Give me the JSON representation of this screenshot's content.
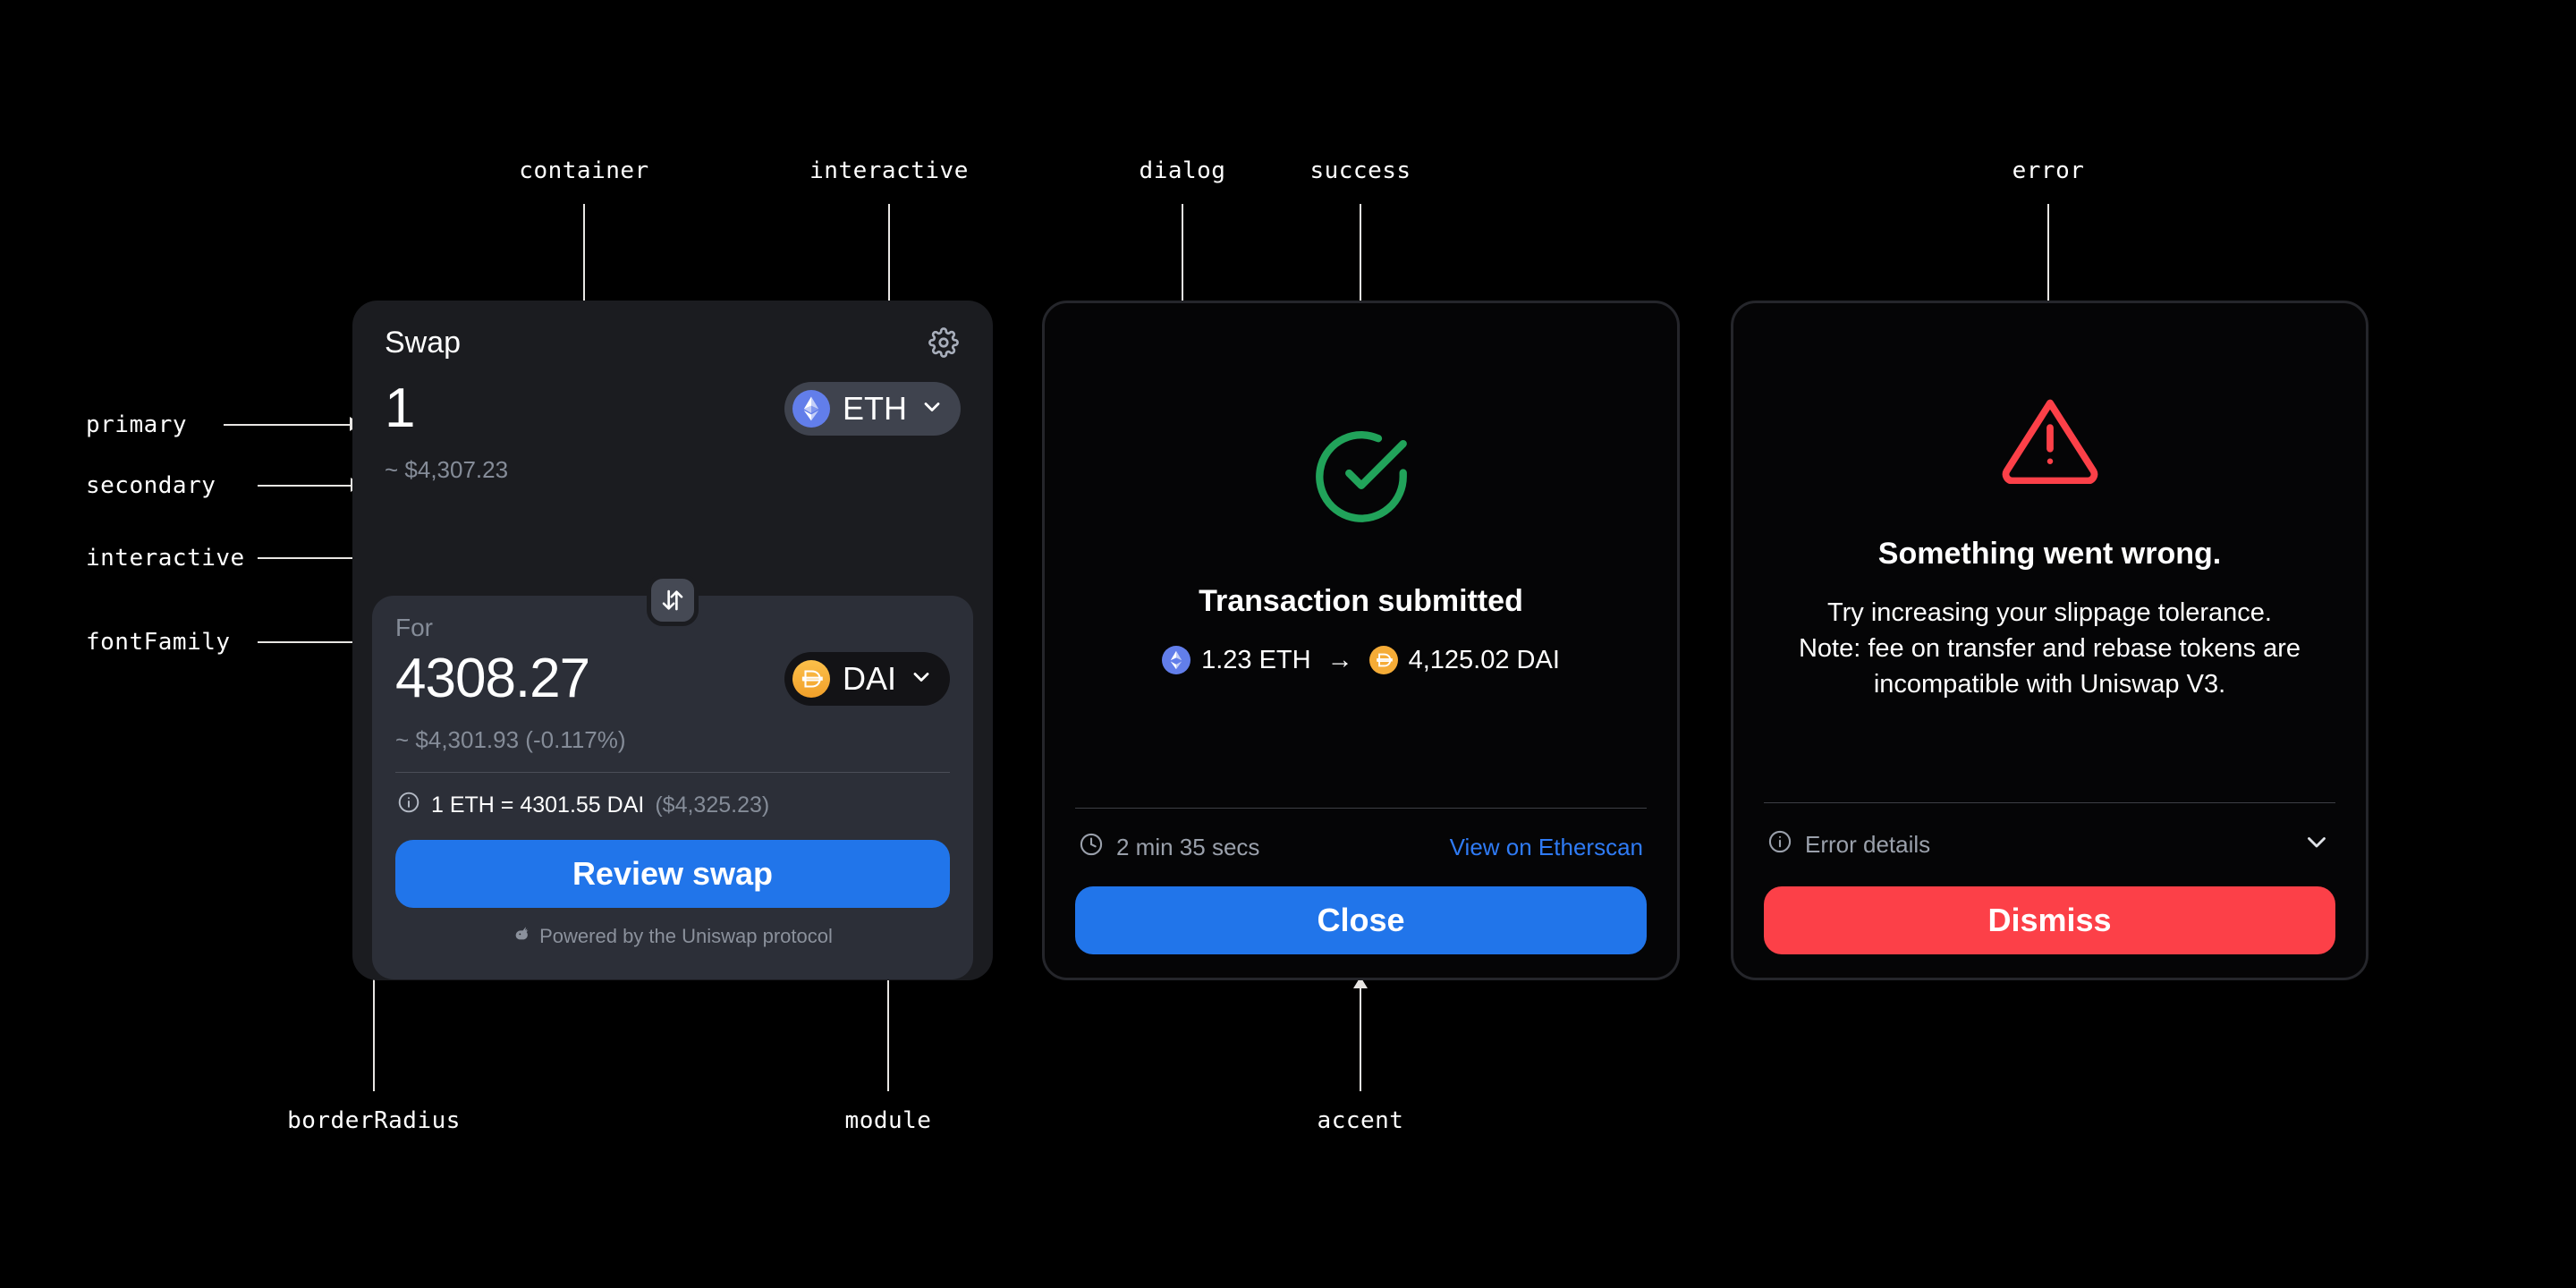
{
  "annotations": [
    {
      "id": "container",
      "label": "container"
    },
    {
      "id": "interactive-t",
      "label": "interactive"
    },
    {
      "id": "dialog",
      "label": "dialog"
    },
    {
      "id": "success",
      "label": "success"
    },
    {
      "id": "error",
      "label": "error"
    },
    {
      "id": "primary",
      "label": "primary"
    },
    {
      "id": "secondary",
      "label": "secondary"
    },
    {
      "id": "interactive-l",
      "label": "interactive"
    },
    {
      "id": "fontFamily",
      "label": "fontFamily"
    },
    {
      "id": "borderRadius",
      "label": "borderRadius"
    },
    {
      "id": "module",
      "label": "module"
    },
    {
      "id": "accent",
      "label": "accent"
    }
  ],
  "swap_card": {
    "title": "Swap",
    "settings_icon": "gear-icon",
    "sell": {
      "amount": "1",
      "fiat": "~ $4,307.23",
      "token": {
        "symbol": "ETH",
        "icon": "ethereum-token-icon",
        "chevron": "chevron-down-icon"
      }
    },
    "swap_direction_icon": "arrows-up-down-icon",
    "buy": {
      "label": "For",
      "amount": "4308.27",
      "fiat": "~ $4,301.93 (-0.117%)",
      "token": {
        "symbol": "DAI",
        "icon": "dai-token-icon",
        "chevron": "chevron-down-icon"
      }
    },
    "rate": {
      "info_icon": "info-circle-icon",
      "text": "1 ETH = 4301.55 DAI",
      "fiat": "($4,325.23)"
    },
    "cta_label": "Review swap",
    "footer": {
      "icon": "unicorn-icon",
      "text": "Powered by the Uniswap protocol"
    }
  },
  "dialog_card": {
    "status_icon": "check-circle-icon",
    "title": "Transaction submitted",
    "from": {
      "icon": "ethereum-token-icon",
      "text": "1.23 ETH"
    },
    "arrow": "→",
    "to": {
      "icon": "dai-token-icon",
      "text": "4,125.02 DAI"
    },
    "meta": {
      "clock_icon": "clock-icon",
      "elapsed": "2 min 35 secs",
      "link_label": "View on Etherscan"
    },
    "cta_label": "Close"
  },
  "error_card": {
    "status_icon": "warning-triangle-icon",
    "title": "Something went wrong.",
    "message_lines": [
      "Try increasing your slippage tolerance.",
      "Note: fee on transfer and rebase tokens are",
      "incompatible with Uniswap V3."
    ],
    "details": {
      "info_icon": "info-circle-icon",
      "label": "Error details",
      "chevron": "chevron-down-icon"
    },
    "cta_label": "Dismiss"
  },
  "colors": {
    "page_background": "#000000",
    "container": "#1b1c20",
    "module": "#2c2f38",
    "dialog_background": "#050506",
    "dialog_border": "#25262b",
    "accent": "#2175ea",
    "error": "#fc4048",
    "success": "#21a35a",
    "primary_text": "#ffffff",
    "secondary_text": "#858c98",
    "interactive": "#3f434e",
    "link": "#2f7bf5",
    "eth_token": "#627eea",
    "dai_token": "#f5ac37"
  }
}
